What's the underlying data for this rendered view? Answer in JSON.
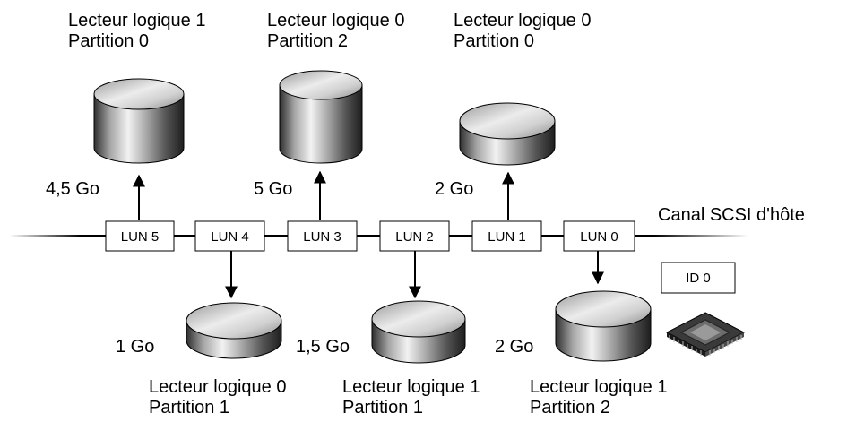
{
  "channel_label": "Canal SCSI d'hôte",
  "id_label": "ID 0",
  "luns": [
    "LUN 5",
    "LUN 4",
    "LUN 3",
    "LUN 2",
    "LUN 1",
    "LUN 0"
  ],
  "top_drives": [
    {
      "line1": "Lecteur logique 1",
      "line2": "Partition 0",
      "size": "4,5 Go"
    },
    {
      "line1": "Lecteur logique 0",
      "line2": "Partition 2",
      "size": "5 Go"
    },
    {
      "line1": "Lecteur logique 0",
      "line2": "Partition 0",
      "size": "2 Go"
    }
  ],
  "bottom_drives": [
    {
      "line1": "Lecteur logique 0",
      "line2": "Partition 1",
      "size": "1 Go"
    },
    {
      "line1": "Lecteur logique 1",
      "line2": "Partition 1",
      "size": "1,5 Go"
    },
    {
      "line1": "Lecteur logique 1",
      "line2": "Partition 2",
      "size": "2 Go"
    }
  ]
}
